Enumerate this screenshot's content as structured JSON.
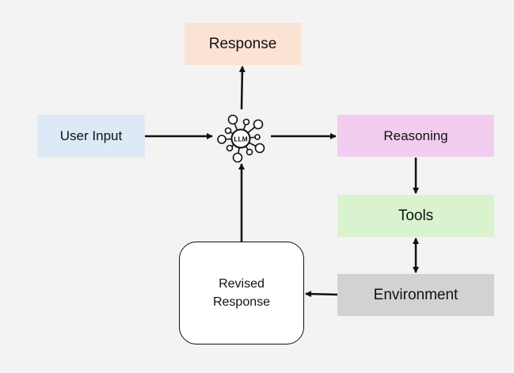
{
  "nodes": {
    "response": {
      "label": "Response",
      "color": "#fbe3d4"
    },
    "user_input": {
      "label": "User Input",
      "color": "#dde9f6"
    },
    "reasoning": {
      "label": "Reasoning",
      "color": "#f2cdef"
    },
    "tools": {
      "label": "Tools",
      "color": "#d9f3cf"
    },
    "environment": {
      "label": "Environment",
      "color": "#d2d2d2"
    },
    "revised_response": {
      "label_line1": "Revised",
      "label_line2": "Response",
      "color": "#ffffff"
    },
    "llm": {
      "label": "LLM",
      "icon": "neural-network-icon"
    }
  },
  "edges": [
    {
      "from": "user_input",
      "to": "llm"
    },
    {
      "from": "llm",
      "to": "response"
    },
    {
      "from": "llm",
      "to": "reasoning"
    },
    {
      "from": "reasoning",
      "to": "tools"
    },
    {
      "from": "tools",
      "to": "environment",
      "bidirectional": true
    },
    {
      "from": "environment",
      "to": "revised_response"
    },
    {
      "from": "revised_response",
      "to": "llm"
    }
  ]
}
